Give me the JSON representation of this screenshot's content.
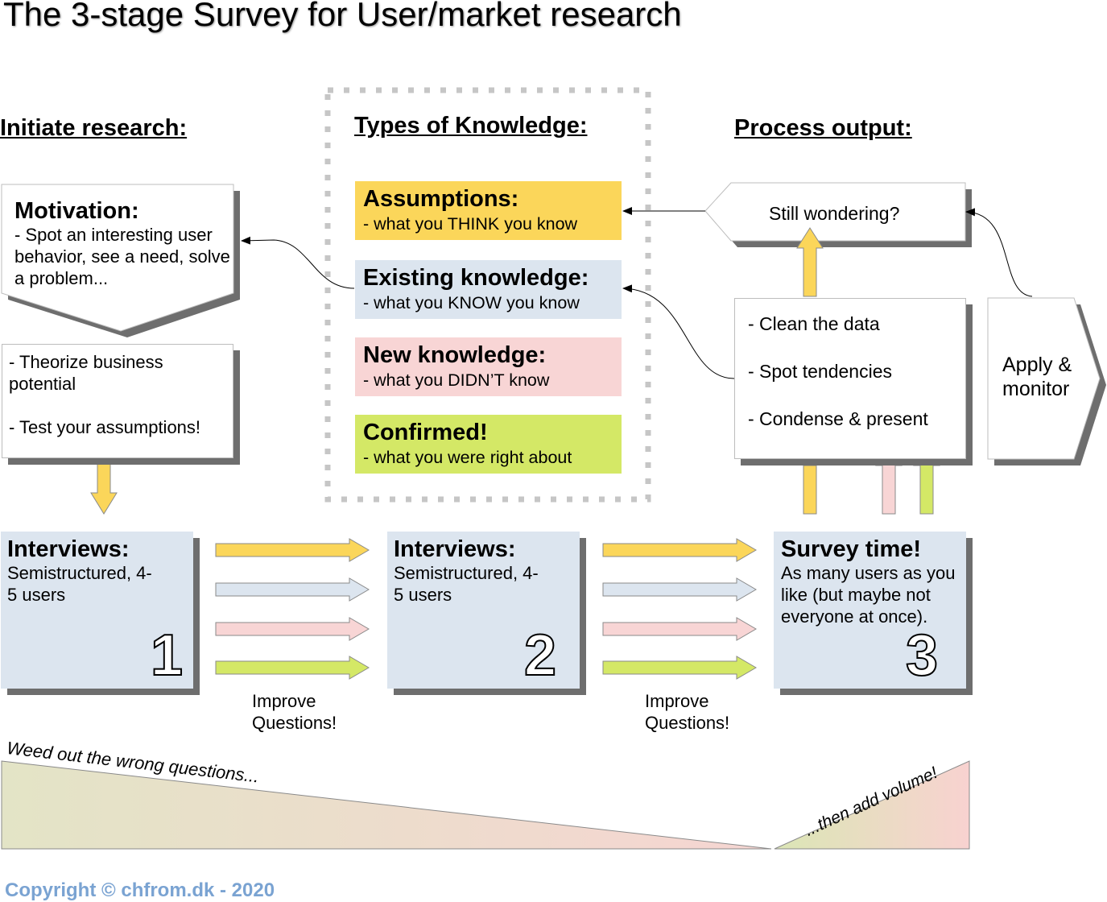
{
  "title": "The 3-stage Survey for User/market research",
  "sections": {
    "initiate": "Initiate research:",
    "types": "Types of Knowledge:",
    "process": "Process output:"
  },
  "motivation": {
    "title": "Motivation:",
    "text": "- Spot an interesting user behavior, see a need, solve a problem..."
  },
  "theorize": {
    "line1": "- Theorize business potential",
    "line2": "- Test your assumptions!"
  },
  "knowledge": [
    {
      "title": "Assumptions:",
      "sub": "- what you THINK you know",
      "color": "#fbd65a"
    },
    {
      "title": "Existing knowledge:",
      "sub": "- what you KNOW you know",
      "color": "#dce5ef"
    },
    {
      "title": "New knowledge:",
      "sub": "- what you DIDN’T know",
      "color": "#f8d5d5"
    },
    {
      "title": "Confirmed!",
      "sub": "- what you were right about",
      "color": "#d4e866"
    }
  ],
  "still_wondering": "Still wondering?",
  "process_steps": [
    "- Clean the data",
    "- Spot tendencies",
    "- Condense & present"
  ],
  "apply_monitor": "Apply & monitor",
  "stages": [
    {
      "title": "Interviews:",
      "text": "Semistructured, 4-5 users",
      "number": "1"
    },
    {
      "title": "Interviews:",
      "text": "Semistructured, 4-5 users",
      "number": "2"
    },
    {
      "title": "Survey time!",
      "text": "As many users as you like (but maybe not everyone at once).",
      "number": "3"
    }
  ],
  "improve_label": "Improve Questions!",
  "weed_out": "Weed out the wrong questions...",
  "add_volume": "...then add volume!",
  "copyright": "Copyright © chfrom.dk - 2020",
  "colors": {
    "yellow": "#fbd65a",
    "blue": "#dce5ef",
    "pink": "#f8d5d5",
    "green": "#d4e866",
    "copyright": "#7aa3d2"
  }
}
